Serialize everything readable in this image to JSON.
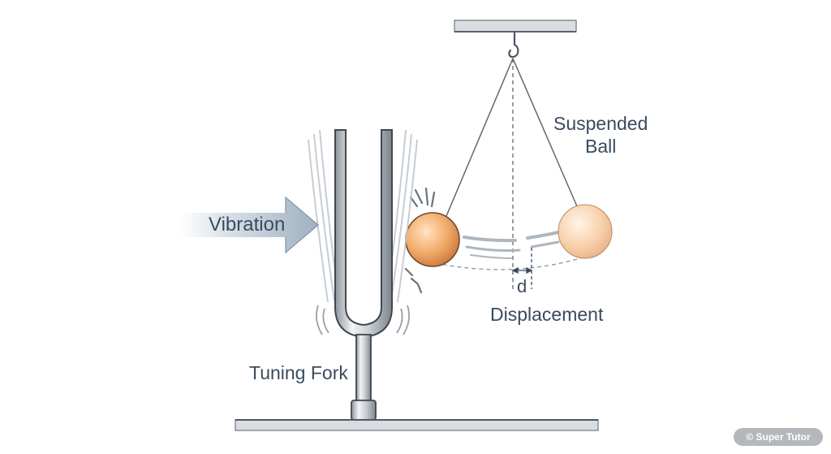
{
  "labels": {
    "vibration": "Vibration",
    "suspended_ball_line1": "Suspended",
    "suspended_ball_line2": "Ball",
    "d": "d",
    "displacement": "Displacement",
    "tuning_fork": "Tuning Fork"
  },
  "watermark": "© Super Tutor",
  "colors": {
    "label_text": "#3a4b5e",
    "arrow_fill": "#a9b9c8",
    "ball_fill": "#f0a868",
    "metal": "#c8cdd2",
    "surface": "#6e7780"
  }
}
